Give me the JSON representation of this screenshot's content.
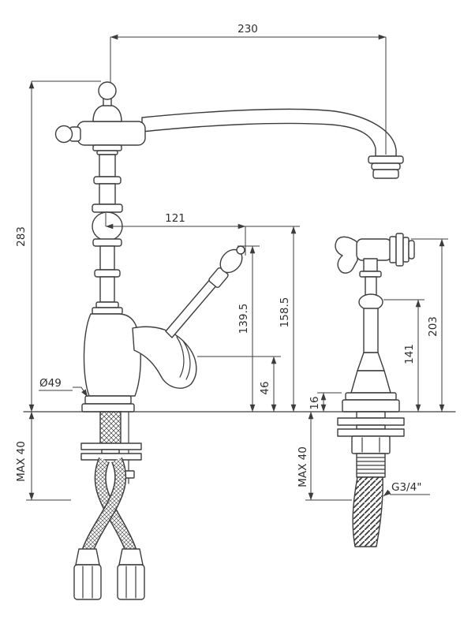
{
  "dims": {
    "reach": "230",
    "height": "283",
    "handle_reach": "121",
    "handle_height": "139.5",
    "lever_height": "158.5",
    "outlet_height": "46",
    "base_height": "16",
    "sprayer_body_height": "141",
    "sprayer_height": "203",
    "max_counter_left": "MAX 40",
    "max_counter_right": "MAX 40",
    "base_diameter": "Ø49",
    "thread_size": "G3/4\""
  }
}
